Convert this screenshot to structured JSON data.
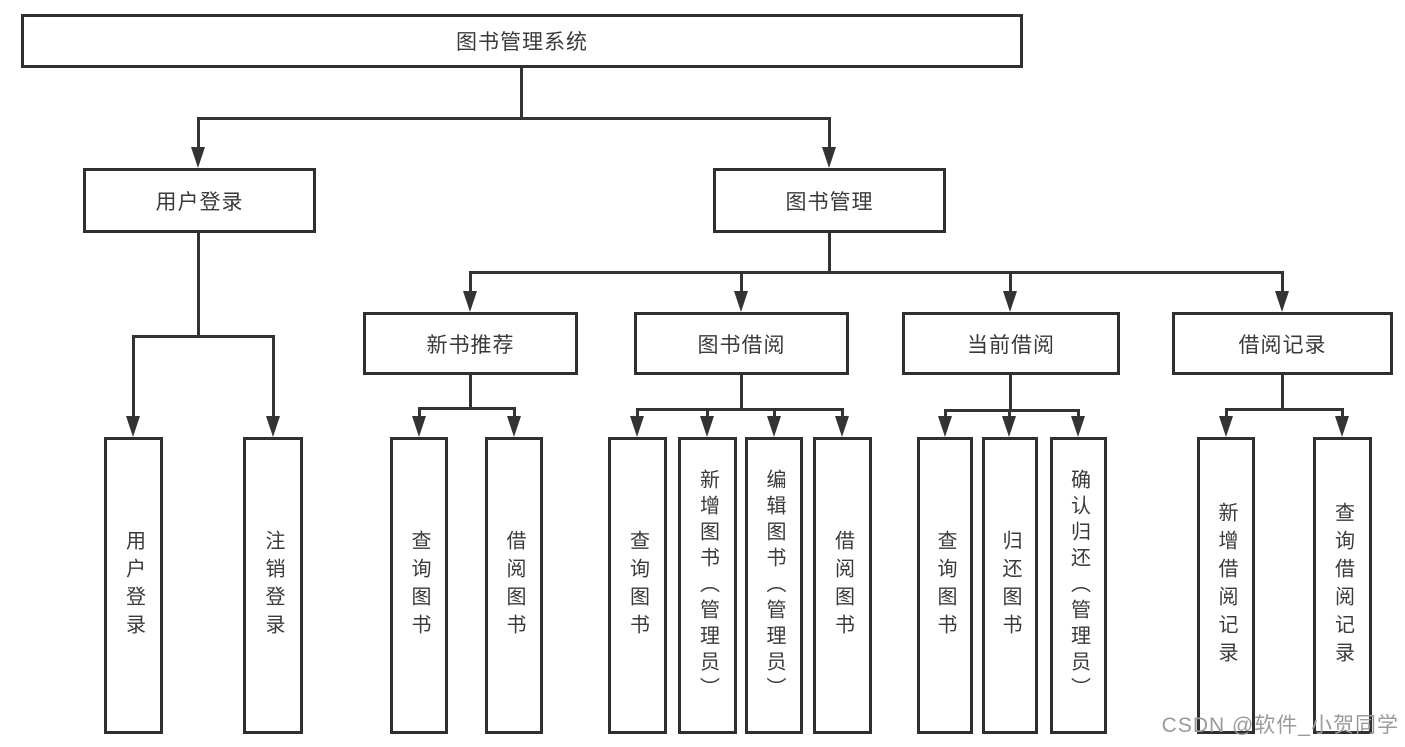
{
  "diagram": {
    "root": {
      "label": "图书管理系统"
    },
    "level2": [
      {
        "label": "用户登录"
      },
      {
        "label": "图书管理"
      }
    ],
    "level3": [
      {
        "label": "新书推荐"
      },
      {
        "label": "图书借阅"
      },
      {
        "label": "当前借阅"
      },
      {
        "label": "借阅记录"
      }
    ],
    "leaves": {
      "user_login": [
        "用户登录",
        "注销登录"
      ],
      "new_books": [
        "查询图书",
        "借阅图书"
      ],
      "book_borrow": [
        "查询图书",
        "新增图书（管理员）",
        "编辑图书（管理员）",
        "借阅图书"
      ],
      "current_borrow": [
        "查询图书",
        "归还图书",
        "确认归还（管理员）"
      ],
      "borrow_records": [
        "新增借阅记录",
        "查询借阅记录"
      ]
    },
    "line_color": "#333333",
    "box_border_color": "#2f2f2f",
    "text_color": "#3a3a3a",
    "watermark_color": "#9b9b9b"
  },
  "watermark": {
    "text": "CSDN @软件_小贺同学"
  }
}
